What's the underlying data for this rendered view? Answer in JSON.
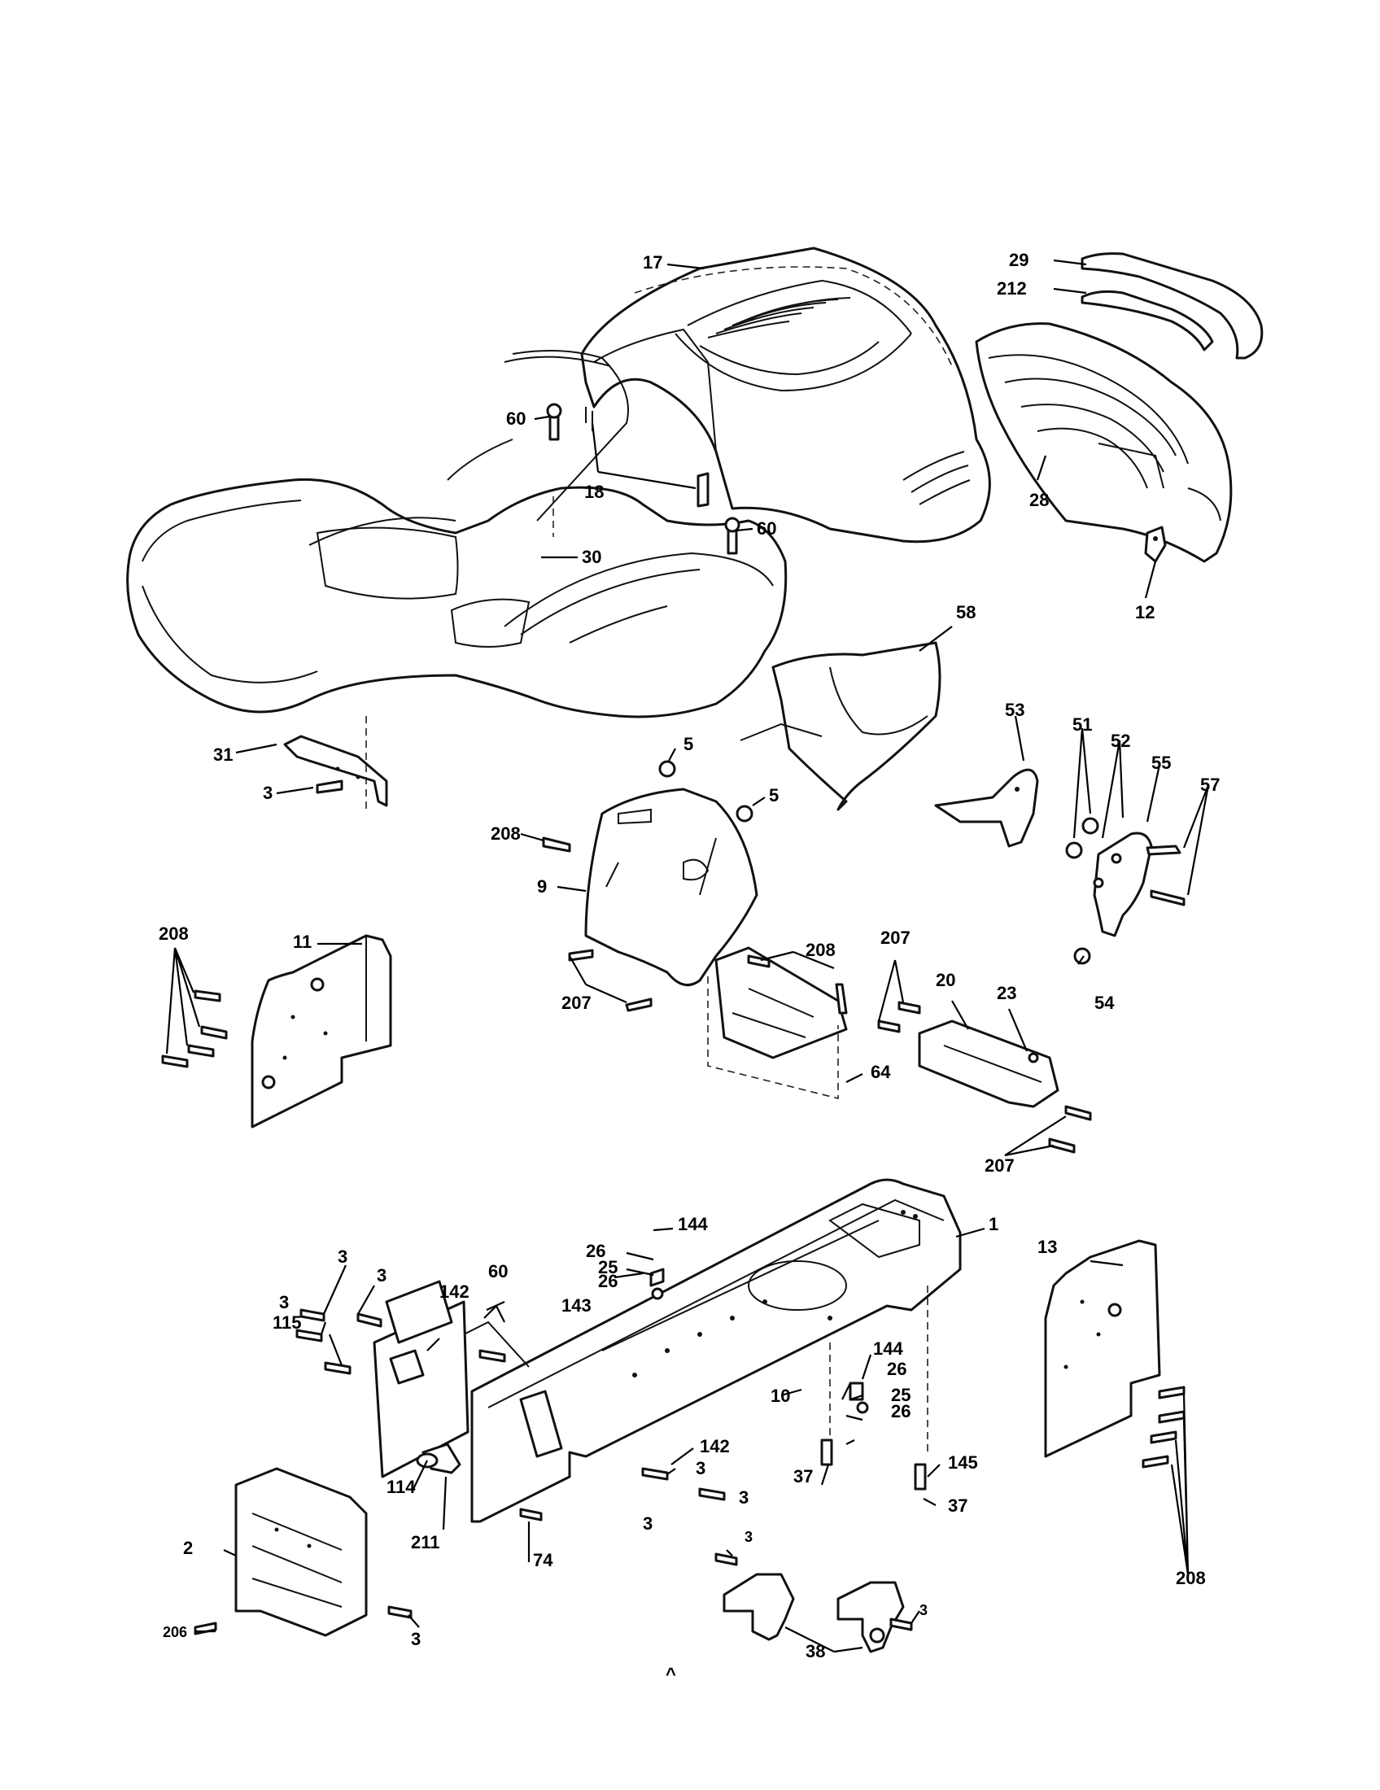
{
  "diagram": {
    "part_labels": [
      "17",
      "29",
      "212",
      "28",
      "12",
      "60",
      "18",
      "30",
      "60",
      "58",
      "31",
      "3",
      "5",
      "5",
      "53",
      "51",
      "52",
      "55",
      "57",
      "208",
      "9",
      "208",
      "11",
      "208",
      "207",
      "207",
      "20",
      "23",
      "54",
      "64",
      "207",
      "1",
      "144",
      "26",
      "25",
      "26",
      "60",
      "3",
      "3",
      "3",
      "142",
      "143",
      "115",
      "13",
      "144",
      "26",
      "10",
      "25",
      "26",
      "142",
      "3",
      "114",
      "211",
      "37",
      "145",
      "37",
      "3",
      "2",
      "74",
      "3",
      "3",
      "208",
      "206",
      "3",
      "38",
      "3"
    ],
    "footer_mark": "^"
  }
}
